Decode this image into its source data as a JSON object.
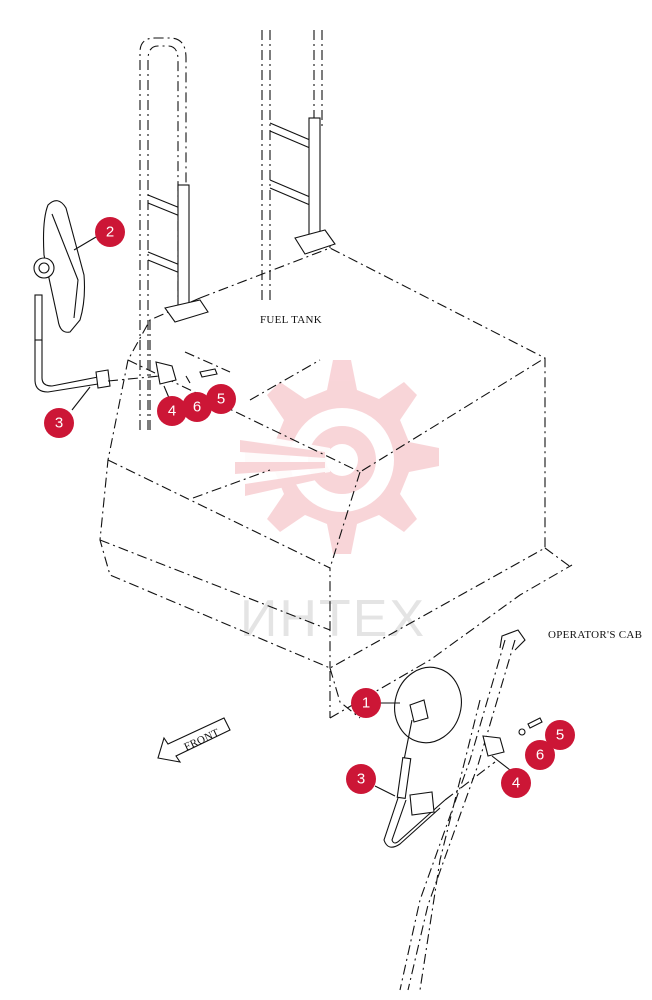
{
  "labels": {
    "fuel_tank": "FUEL TANK",
    "operators_cab": "OPERATOR'S CAB",
    "front": "FRONT"
  },
  "callouts": [
    "1",
    "2",
    "3",
    "3",
    "4",
    "4",
    "5",
    "5",
    "6",
    "6"
  ],
  "watermark": "ИНТЕХ",
  "colors": {
    "callout": "#cc1636",
    "watermark": "#f4b3ba",
    "line": "#111111"
  }
}
